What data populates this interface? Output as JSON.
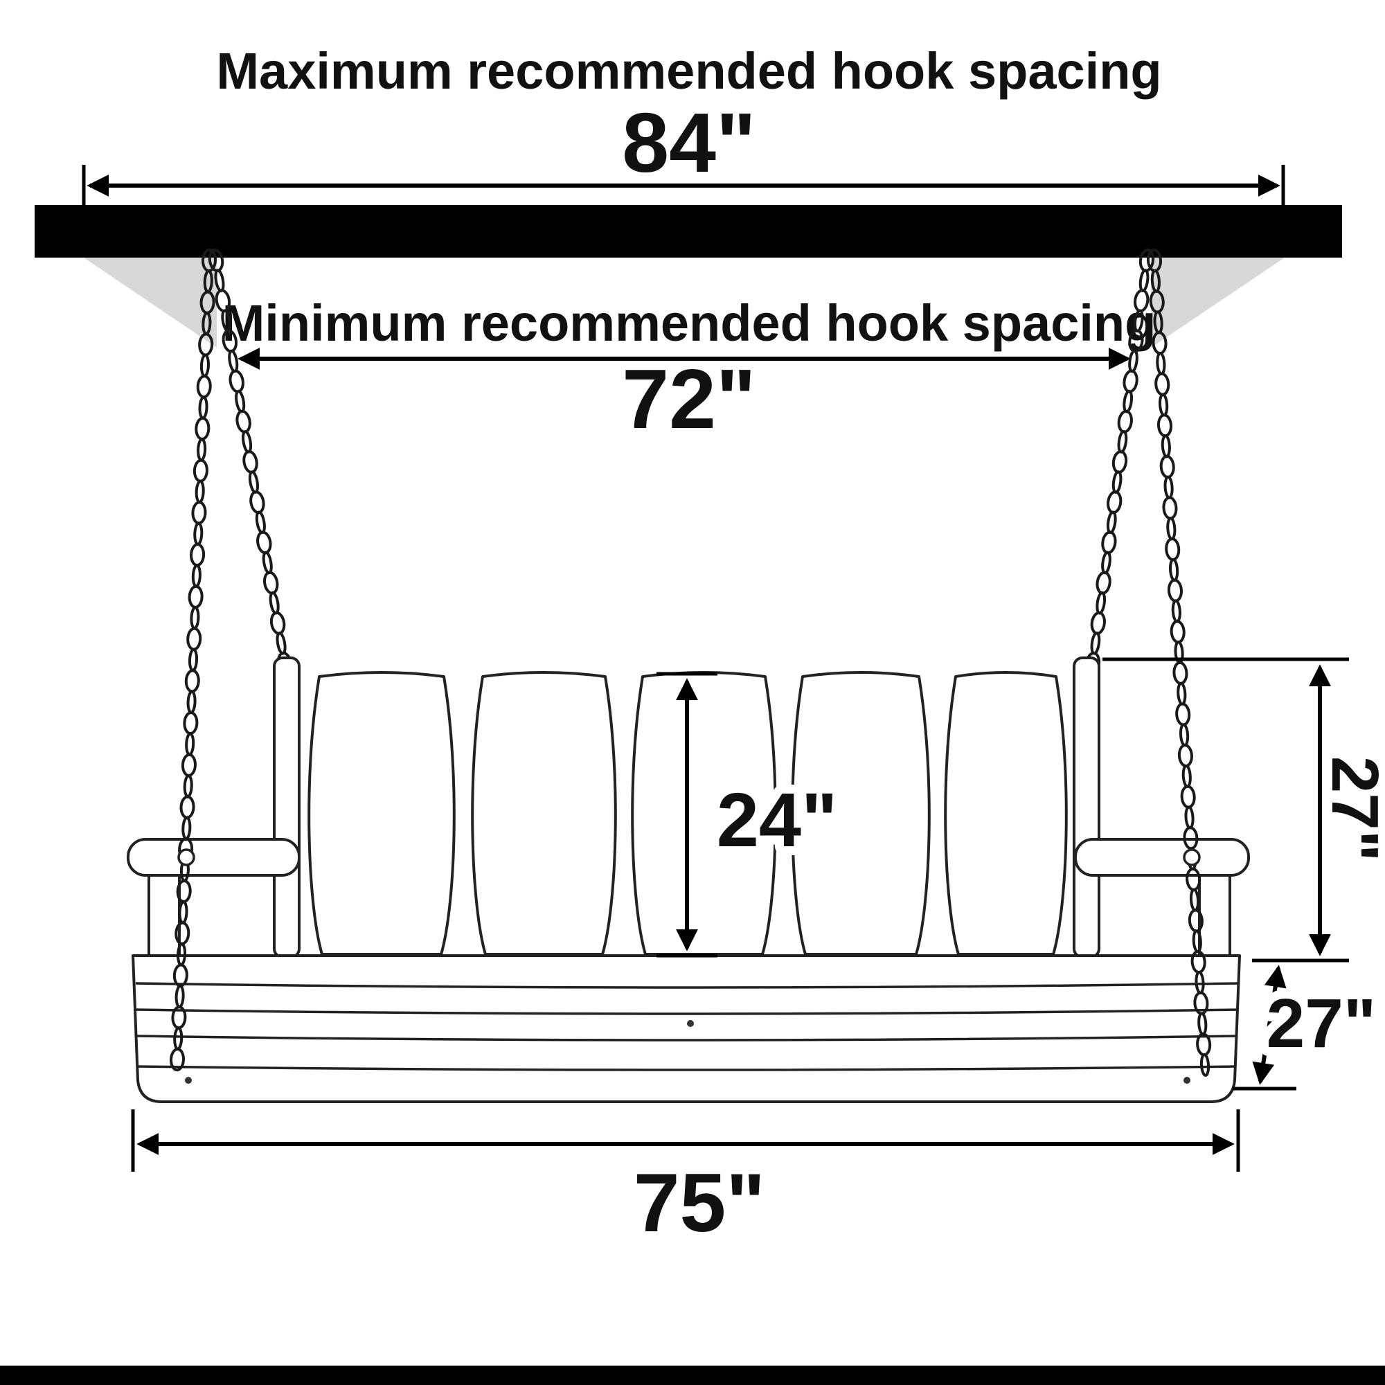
{
  "diagram": {
    "max_spacing_label": "Maximum recommended hook spacing",
    "max_spacing_value": "84\"",
    "min_spacing_label": "Minimum recommended hook spacing",
    "min_spacing_value": "72\"",
    "seat_back_height_value": "24\"",
    "overall_back_height_value": "27\"",
    "seat_depth_value": "27\"",
    "overall_width_value": "75\""
  },
  "colors": {
    "beam": "#000000",
    "bracket": "#d8d8d8",
    "line": "#222222",
    "background": "#ffffff",
    "footer_bar": "#000000"
  }
}
